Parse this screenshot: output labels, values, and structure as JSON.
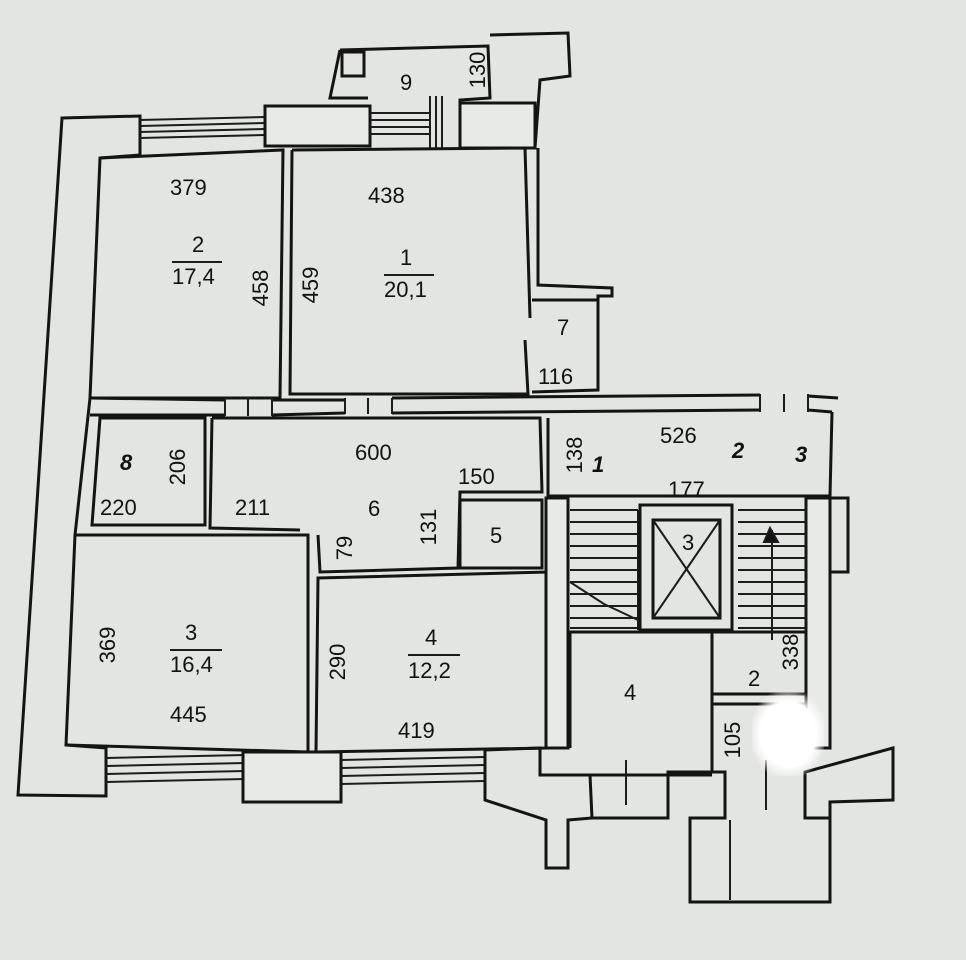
{
  "plan": {
    "stair_bay_numbers": {
      "left": "1",
      "middle": "2",
      "right": "3"
    },
    "labels": {
      "balcony_no": "9",
      "balcony_dim": "130",
      "room2_width": "379",
      "room2_no": "2",
      "room2_area": "17,4",
      "room2_height": "458",
      "room1_width": "438",
      "room1_height": "459",
      "room1_no": "1",
      "room1_area": "20,1",
      "room7_no": "7",
      "room7_dim": "116",
      "room8_no": "8",
      "room8_h": "206",
      "room8_w": "220",
      "hall_width": "600",
      "hall_no": "6",
      "hall_left": "211",
      "hall_150": "150",
      "hall_131": "131",
      "hall_79": "79",
      "room5_no": "5",
      "room3_h": "369",
      "room3_no": "3",
      "room3_area": "16,4",
      "room3_w": "445",
      "room4_h": "290",
      "room4_no": "4",
      "room4_area": "12,2",
      "room4_w": "419",
      "stair_138": "138",
      "stair_526": "526",
      "stair_177": "177",
      "lift_no": "3",
      "stair_338": "338",
      "stair_room4": "4",
      "stair_room2": "2",
      "stair_105": "105"
    }
  }
}
